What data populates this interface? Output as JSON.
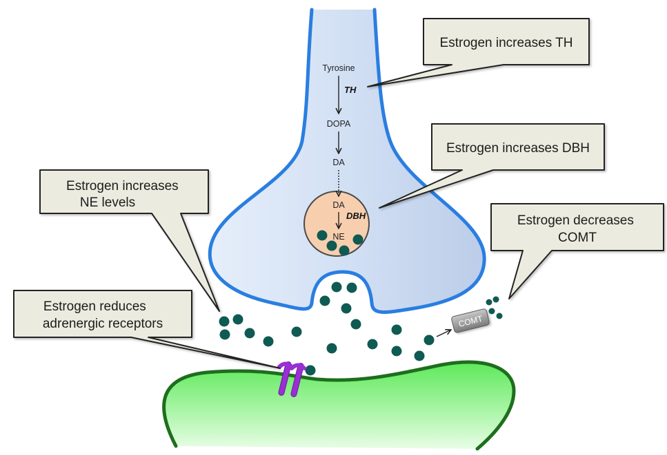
{
  "callouts": {
    "th": "Estrogen increases TH",
    "dbh": "Estrogen increases DBH",
    "ne_levels": [
      "Estrogen increases",
      "NE levels"
    ],
    "comt": [
      "Estrogen decreases",
      "COMT"
    ],
    "receptors": [
      "Estrogen reduces",
      "adrenergic receptors"
    ]
  },
  "pathway": {
    "tyrosine": "Tyrosine",
    "th_enzyme": "TH",
    "dopa": "DOPA",
    "da": "DA",
    "vesicle_da": "DA",
    "dbh_enzyme": "DBH",
    "ne": "NE"
  },
  "comt_label": "COMT",
  "colors": {
    "presynaptic_fill": "#c9d9f0",
    "membrane": "#2a7ee0",
    "vesicle_fill": "#f7cfae",
    "ne_molecule": "#0f5a52",
    "postsynaptic_fill": "#7df07a",
    "postsynaptic_edge": "#1e6e1e",
    "receptor": "#9a2fd6",
    "callout_fill": "#ecebdf",
    "comt_fill": "#9a9a9a"
  }
}
